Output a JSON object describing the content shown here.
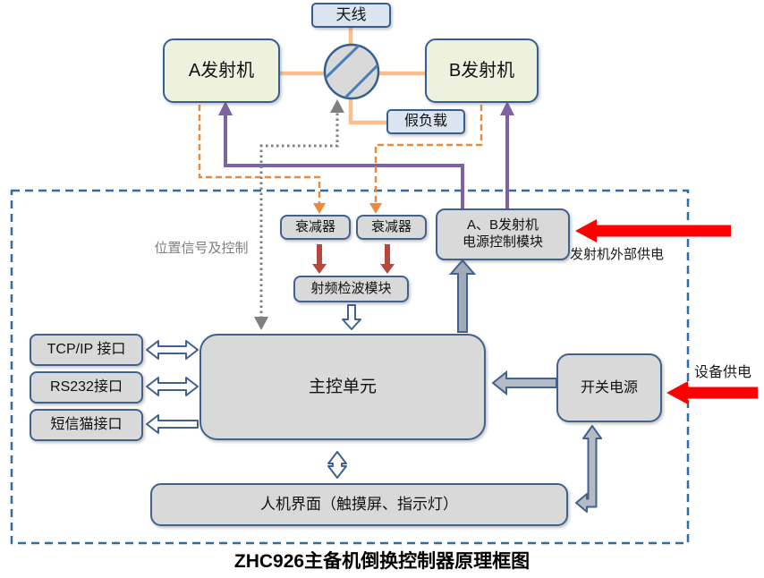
{
  "diagram": {
    "title": "ZHC926主备机倒换控制器原理框图",
    "external": {
      "antenna": "天线",
      "transmitter_a": "A发射机",
      "transmitter_b": "B发射机",
      "dummy_load": "假负载"
    },
    "controller": {
      "attenuator_1": "衰减器",
      "attenuator_2": "衰减器",
      "power_control_module_line1": "A、B发射机",
      "power_control_module_line2": "电源控制模块",
      "rf_detector": "射频检波模块",
      "main_control_unit": "主控单元",
      "switching_power_supply": "开关电源",
      "interfaces": [
        {
          "label": "TCP/IP 接口"
        },
        {
          "label": "RS232接口"
        },
        {
          "label": "短信猫接口"
        }
      ],
      "hmi": "人机界面（触摸屏、指示灯）"
    },
    "labels": {
      "position_signal_and_control": "位置信号及控制",
      "transmitter_external_power": "发射机外部供电",
      "equipment_power": "设备供电"
    },
    "colors": {
      "box_fill_gray": "#d9d9d9",
      "box_fill_green": "#edf1de",
      "box_fill_blue": "#dbe5f1",
      "box_border_blue": "#365f91",
      "rf_line_orange": "#f9bf8f",
      "control_dashed_orange": "#ec8a3c",
      "power_line_purple": "#7e62a1",
      "position_line_gray": "#7f7f7f",
      "detector_arrow_red": "#b7463d",
      "external_power_red": "#fe0000",
      "steel_arrow_gray": "#a2abb8",
      "enclosure_dashed_blue": "#2d6da6"
    }
  }
}
